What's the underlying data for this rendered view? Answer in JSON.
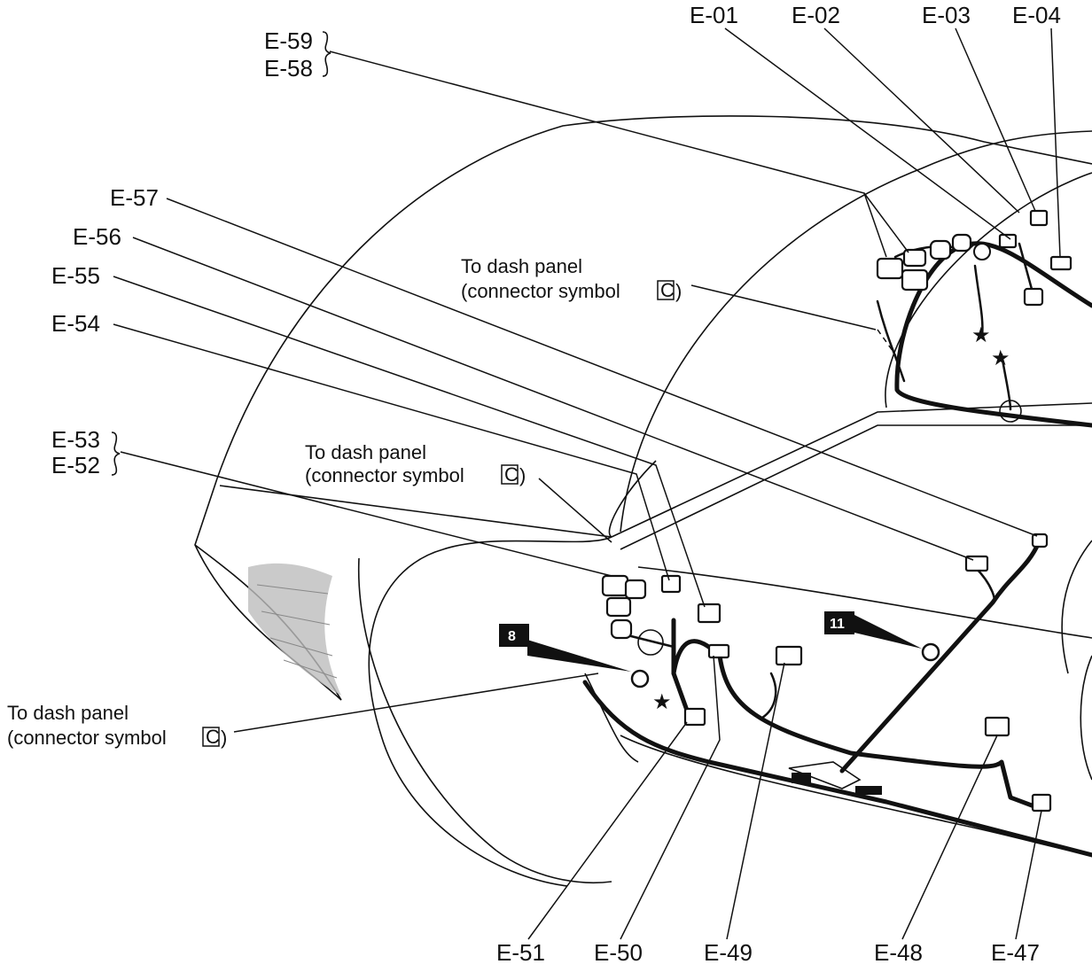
{
  "connectors": {
    "e01": "E-01",
    "e02": "E-02",
    "e03": "E-03",
    "e04": "E-04",
    "e59": "E-59",
    "e58": "E-58",
    "e57": "E-57",
    "e56": "E-56",
    "e55": "E-55",
    "e54": "E-54",
    "e53": "E-53",
    "e52": "E-52",
    "e51": "E-51",
    "e50": "E-50",
    "e49": "E-49",
    "e48": "E-48",
    "e47": "E-47"
  },
  "notes": {
    "dash_panel_line1": "To dash panel",
    "dash_panel_line2": "(connector symbol",
    "dash_panel_symbol": "C"
  },
  "ground_tags": {
    "left": "8",
    "right": "11"
  }
}
